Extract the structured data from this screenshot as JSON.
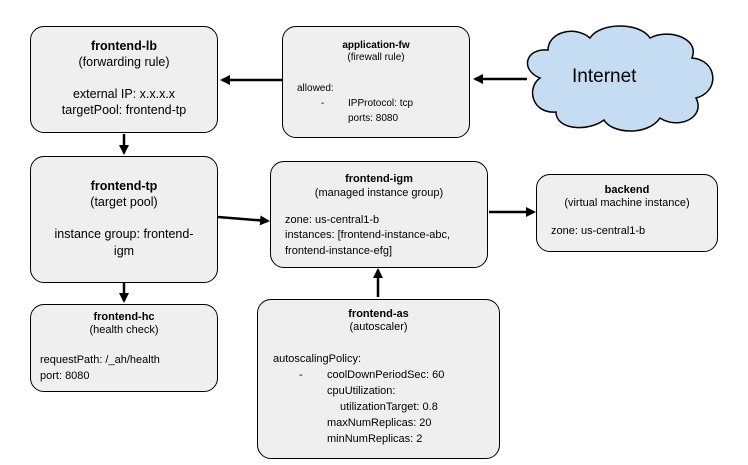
{
  "internet": {
    "label": "Internet"
  },
  "application_fw": {
    "title": "application-fw",
    "subtitle": "(firewall rule)",
    "allowed_label": "allowed:",
    "dash": "-",
    "protocol": "IPProtocol: tcp",
    "ports": "ports: 8080"
  },
  "frontend_lb": {
    "title": "frontend-lb",
    "subtitle": "(forwarding rule)",
    "external_ip": "external IP: x.x.x.x",
    "target_pool": "targetPool: frontend-tp"
  },
  "frontend_tp": {
    "title": "frontend-tp",
    "subtitle": "(target pool)",
    "instance_group_1": "instance group: frontend-",
    "instance_group_2": "igm"
  },
  "frontend_igm": {
    "title": "frontend-igm",
    "subtitle": "(managed instance group)",
    "zone": "zone: us-central1-b",
    "instances_1": "instances: [frontend-instance-abc,",
    "instances_2": "frontend-instance-efg]"
  },
  "backend": {
    "title": "backend",
    "subtitle": "(virtual machine instance)",
    "zone": "zone: us-central1-b"
  },
  "frontend_hc": {
    "title": "frontend-hc",
    "subtitle": "(health check)",
    "request_path": "requestPath: /_ah/health",
    "port": "port: 8080"
  },
  "frontend_as": {
    "title": "frontend-as",
    "subtitle": "(autoscaler)",
    "policy": "autoscalingPolicy:",
    "dash": "-",
    "cooldown": "coolDownPeriodSec: 60",
    "cpu": "cpuUtilization:",
    "target": "utilizationTarget: 0.8",
    "max": "maxNumReplicas: 20",
    "min": "minNumReplicas: 2"
  },
  "colors": {
    "box_fill": "#efefef",
    "cloud_fill": "#c5dcf3",
    "stroke": "#000000"
  }
}
